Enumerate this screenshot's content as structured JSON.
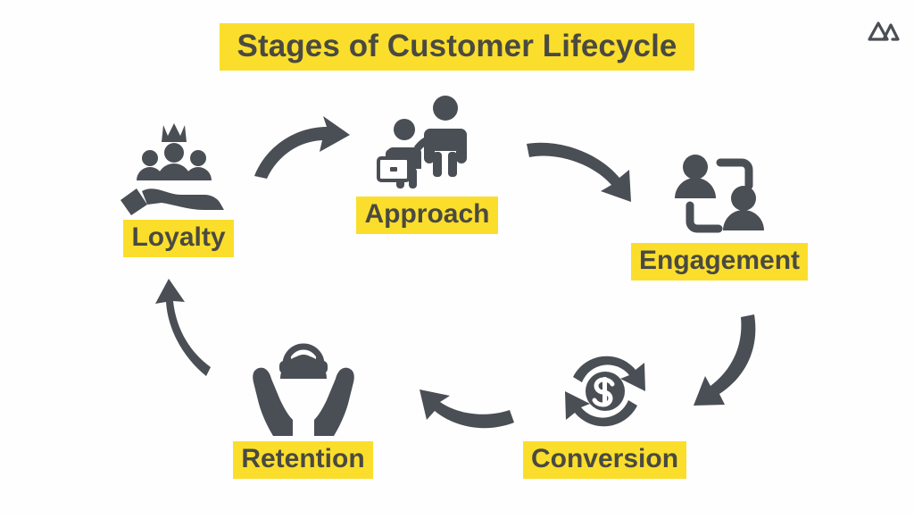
{
  "page": {
    "title": "Stages of Customer Lifecycle",
    "background_color": "#FEFEFE",
    "highlight_color": "#FBDE2B",
    "ink_color": "#4A4A42",
    "icon_color": "#4A4E55"
  },
  "brand": {
    "logo_name": "mountain-logo"
  },
  "diagram": {
    "type": "cycle",
    "direction": "clockwise",
    "stage_count": 5,
    "stages": [
      {
        "id": "loyalty",
        "label": "Loyalty",
        "icon": "hand-holding-people-crown-icon",
        "order": 5
      },
      {
        "id": "approach",
        "label": "Approach",
        "icon": "salesperson-briefcase-greeting-icon",
        "order": 1
      },
      {
        "id": "engagement",
        "label": "Engagement",
        "icon": "two-people-connected-icon",
        "order": 2
      },
      {
        "id": "conversion",
        "label": "Conversion",
        "icon": "dollar-circular-arrows-icon",
        "order": 3
      },
      {
        "id": "retention",
        "label": "Retention",
        "icon": "hands-cradling-person-icon",
        "order": 4
      }
    ],
    "connectors": [
      {
        "id": "loyalty-to-approach",
        "from": "loyalty",
        "to": "approach",
        "icon": "curved-arrow-right-up-icon"
      },
      {
        "id": "approach-to-engagement",
        "from": "approach",
        "to": "engagement",
        "icon": "curved-arrow-right-down-icon"
      },
      {
        "id": "engagement-to-conversion",
        "from": "engagement",
        "to": "conversion",
        "icon": "curved-arrow-down-left-icon"
      },
      {
        "id": "conversion-to-retention",
        "from": "conversion",
        "to": "retention",
        "icon": "curved-arrow-left-icon"
      },
      {
        "id": "retention-to-loyalty",
        "from": "retention",
        "to": "loyalty",
        "icon": "curved-arrow-up-left-icon"
      }
    ]
  }
}
